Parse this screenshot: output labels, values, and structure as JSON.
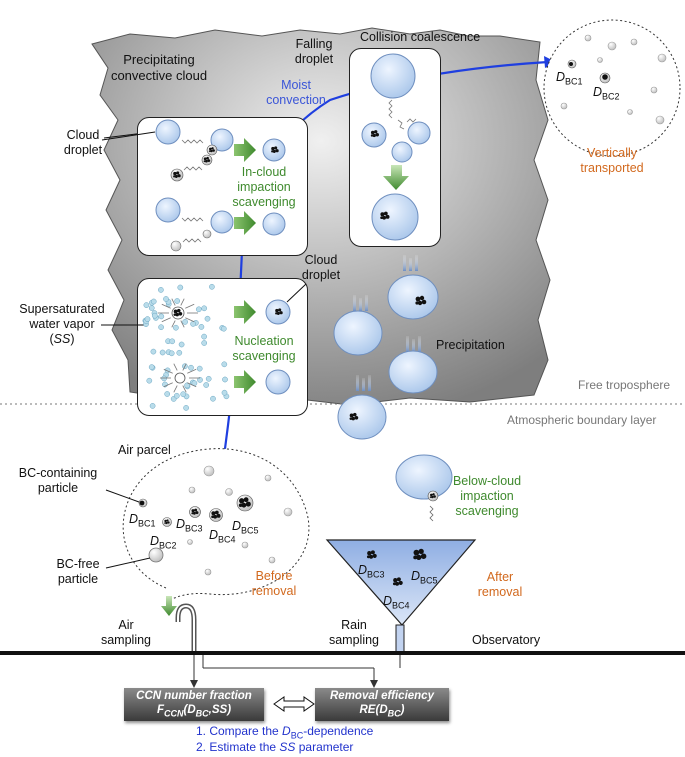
{
  "cloud": {
    "title_line1": "Precipitating",
    "title_line2": "convective cloud",
    "moist_convection_line1": "Moist",
    "moist_convection_line2": "convection"
  },
  "in_cloud": {
    "cloud_droplet_line1": "Cloud",
    "cloud_droplet_line2": "droplet",
    "scavenging_line1": "In-cloud",
    "scavenging_line2": "impaction",
    "scavenging_line3": "scavenging"
  },
  "collision": {
    "title": "Collision coalescence",
    "falling_line1": "Falling",
    "falling_line2": "droplet"
  },
  "nucleation": {
    "vapor_line1": "Supersaturated",
    "vapor_line2": "water vapor",
    "vapor_line3_open": "(",
    "vapor_line3_ss": "SS",
    "vapor_line3_close": ")",
    "cloud_droplet_line1": "Cloud",
    "cloud_droplet_line2": "droplet",
    "scavenging_line1": "Nucleation",
    "scavenging_line2": "scavenging"
  },
  "precipitation": "Precipitation",
  "layers": {
    "free_troposphere": "Free troposphere",
    "boundary_layer": "Atmospheric boundary layer"
  },
  "vertical": {
    "d": "D",
    "sub": "BC",
    "n1": "1",
    "n2": "2",
    "label_line1": "Vertically",
    "label_line2": "transported"
  },
  "air_parcel": {
    "title": "Air parcel",
    "bc_particle_line1": "BC-containing",
    "bc_particle_line2": "particle",
    "bc_free_line1": "BC-free",
    "bc_free_line2": "particle",
    "d": "D",
    "sub": "BC",
    "n1": "1",
    "n2": "2",
    "n3": "3",
    "n4": "4",
    "n5": "5",
    "before_line1": "Before",
    "before_line2": "removal"
  },
  "below_cloud": {
    "line1": "Below-cloud",
    "line2": "impaction",
    "line3": "scavenging"
  },
  "rain": {
    "d": "D",
    "sub": "BC",
    "n3": "3",
    "n4": "4",
    "n5": "5",
    "after_line1": "After",
    "after_line2": "removal",
    "sampling_line1": "Rain",
    "sampling_line2": "sampling"
  },
  "air_sampling_line1": "Air",
  "air_sampling_line2": "sampling",
  "observatory": "Observatory",
  "results": {
    "ccn_title": "CCN number fraction",
    "ccn_f": "F",
    "ccn_sub": "CCN",
    "ccn_open": "(",
    "ccn_d": "D",
    "ccn_dsub": "BC",
    "ccn_comma": ",",
    "ccn_ss": "SS",
    "ccn_close": ")",
    "re_title": "Removal efficiency",
    "re_re": "RE",
    "re_open": "(",
    "re_d": "D",
    "re_dsub": "BC",
    "re_close": ")",
    "step1_pre": "1. Compare the ",
    "step1_d": "D",
    "step1_sub": "BC",
    "step1_post": "-dependence",
    "step2_pre": "2. Estimate the ",
    "step2_ss": "SS",
    "step2_post": " parameter"
  },
  "colors": {
    "cloud_fill": "#8f8f8f",
    "droplet_fill": "#c6dcf5",
    "droplet_edge": "#6f8fbf",
    "green_arrow": "#4a9a35",
    "orange_text": "#d2691e",
    "convection_line": "#1f3fe0",
    "funnel_fill": "#c2d3f0"
  }
}
